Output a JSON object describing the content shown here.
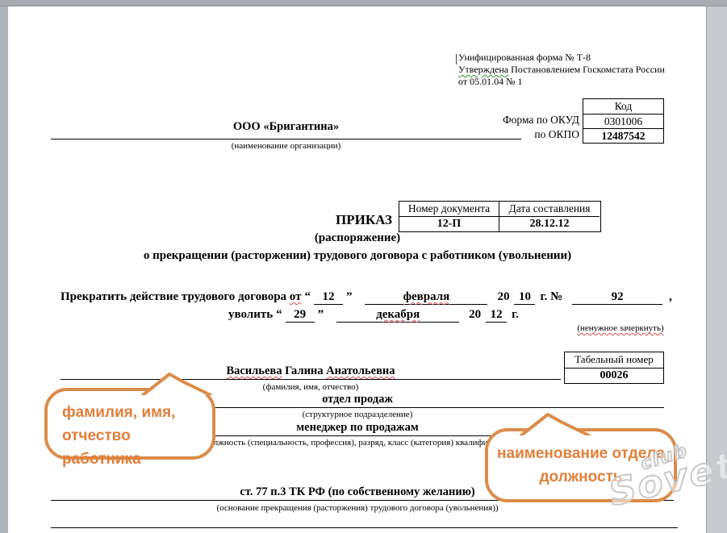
{
  "header": {
    "form_line1": "Унифицированная форма № Т-8",
    "approved_word": "Утверждена",
    "approved_rest": "Постановлением Госкомстата России",
    "form_line3": "от 05.01.04 № 1",
    "code_table": {
      "header": "Код",
      "okud_label": "Форма по ОКУД",
      "okud_value": "0301006",
      "okpo_label": "по ОКПО",
      "okpo_value": "12487542"
    }
  },
  "organization": {
    "name": "ООО «Бригантина»",
    "caption": "(наименование организации)"
  },
  "order": {
    "title": "ПРИКАЗ",
    "subtitle": "(распоряжение)",
    "subject": "о прекращении (расторжении) трудового договора с работником (увольнении)",
    "doc_table": {
      "number_header": "Номер документа",
      "date_header": "Дата составления",
      "number": "12-П",
      "date": "28.12.12"
    }
  },
  "termination": {
    "line1_prefix": "Прекратить действие трудового договора",
    "ot": "от",
    "quote_open": "“",
    "quote_close": "”",
    "day1": "12",
    "month1": "февраля",
    "century": "20",
    "year1": "10",
    "g_no": "г. №",
    "contract_number": "92",
    "comma": ",",
    "line2_prefix": "уволить",
    "day2": "29",
    "month2": "декабря",
    "year2": "12",
    "g": "г.",
    "strike_note": "(ненужное зачеркнуть)"
  },
  "employee": {
    "personnel_table": {
      "header": "Табельный номер",
      "value": "00026"
    },
    "name_last": "Васильева",
    "name_first": "Галина",
    "name_middle": "Анатольевна",
    "name_caption": "(фамилия, имя, отчество)",
    "department": "отдел продаж",
    "department_caption": "(структурное подразделение)",
    "position": "менеджер по продажам",
    "position_caption": "(должность (специальность, профессия), разряд, класс (категория) квалификации)",
    "reason": "ст. 77 п.3 ТК РФ (по собственному желанию)",
    "reason_caption": "(основание прекращения (расторжения) трудового договора (увольнения))"
  },
  "callouts": {
    "left": {
      "line1": "фамилия, имя,",
      "line2": "отчество работника"
    },
    "right": {
      "line1": "наименование отдела",
      "line2": "должность"
    },
    "border_color": "#db8c4a",
    "text_color": "#e07f3a"
  },
  "watermark": {
    "line1": "club",
    "line2": "Sovet",
    "color": "#c9c9c9"
  }
}
